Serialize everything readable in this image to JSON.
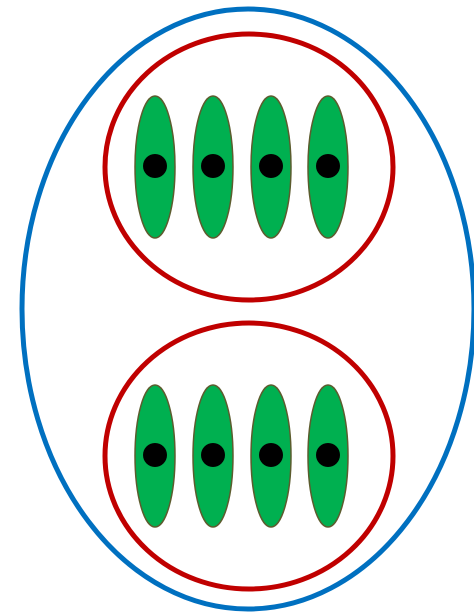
{
  "diagram": {
    "outer_group": {
      "shape": "ellipse",
      "stroke_color": "#0070C0"
    },
    "inner_groups": [
      {
        "shape": "circle",
        "stroke_color": "#C00000",
        "item_count": 4
      },
      {
        "shape": "circle",
        "stroke_color": "#C00000",
        "item_count": 4
      }
    ],
    "item": {
      "shape": "vertical-ellipse",
      "fill_color": "#00B050",
      "stroke_color": "#5C5C2E",
      "dot_color": "#000000"
    }
  }
}
